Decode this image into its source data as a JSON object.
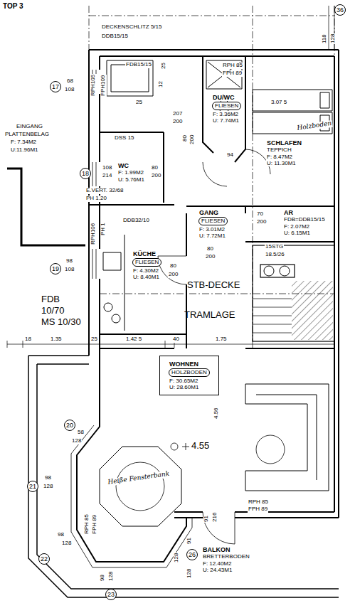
{
  "diagram": {
    "nodes": [
      {
        "text": [
          "DU/WC",
          "FLIESEN",
          "F: 3.36M2",
          "U: 7.74M1"
        ]
      },
      {
        "text": [
          "SCHLAFEN",
          "TEPPICH",
          "F: 8.47M2",
          "U: 11.30M1"
        ]
      },
      {
        "text": [
          "WC",
          "F: 1.99M2",
          "U: 5.76M1"
        ]
      },
      {
        "text": [
          "GANG",
          "FLIESEN",
          "F: 3.01M2",
          "U: 7.72M1"
        ]
      },
      {
        "text": [
          "AR",
          "FDB=DDB15/15",
          "F: 2.07M2",
          "U: 6.15M1"
        ]
      },
      {
        "text": [
          "KÜCHE",
          "FLIESEN",
          "F: 4.30M2",
          "U: 8.40M1"
        ]
      },
      {
        "text": [
          "WOHNEN",
          "HOLZBODEN",
          "F: 30.65M2",
          "U: 28.60M1"
        ]
      },
      {
        "text": [
          "BALKON",
          "BRETTERBODEN",
          "F: 12.40M2",
          "U: 24.43M1"
        ]
      }
    ],
    "labels": [
      "TOP 3",
      "DECKENSCHLITZ 5/15",
      "DDB15/15",
      "118",
      "128",
      "36",
      "25",
      "FDB15/15",
      "RPH 85",
      "FPH 89",
      "17",
      "68",
      "108",
      "RPH105",
      "FPH109",
      "12",
      "25",
      "207",
      "200",
      "80",
      "200",
      "3.07 5",
      "Holzboden",
      "EINGANG",
      "PLATTENBELAG",
      "F: 7.34M2",
      "U:11.96M1",
      "DSS 15",
      "94",
      "18",
      "108",
      "214",
      "80",
      "200",
      "E.VERT. 32/68",
      "PH 1.20",
      "70",
      "200",
      "DDB32/10",
      "RPH106",
      "PH 1",
      "19",
      "98",
      "108",
      "80",
      "200",
      "80",
      "200",
      "15STG",
      "18.5/26",
      "STB-DECKE",
      "TRAMLAGE",
      "FDB",
      "10/70",
      "MS 10/30",
      "18",
      "1.35",
      "25",
      "1.42 5",
      "40",
      "1.75",
      "4.56",
      "4.55",
      "20",
      "58",
      "128",
      "21",
      "98",
      "128",
      "22",
      "98",
      "128",
      "23",
      "98",
      "128",
      "128",
      "RPH 85",
      "FPH 89",
      "Heiße Fensterbank",
      "RPH 85",
      "FPH 89",
      "91",
      "216",
      "91",
      "26",
      "128"
    ]
  }
}
